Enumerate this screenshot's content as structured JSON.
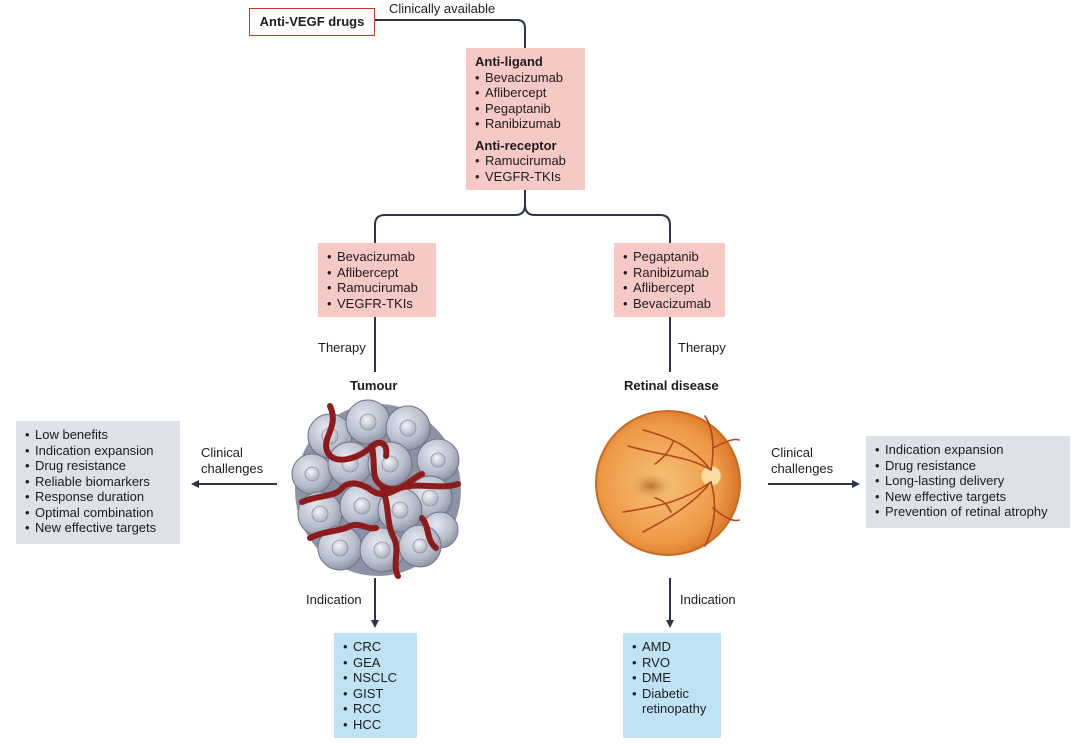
{
  "root": {
    "label": "Anti-VEGF drugs",
    "note": "Clinically available"
  },
  "classes": {
    "anti_ligand": {
      "heading": "Anti-ligand",
      "items": [
        "Bevacizumab",
        "Aflibercept",
        "Pegaptanib",
        "Ranibizumab"
      ]
    },
    "anti_receptor": {
      "heading": "Anti-receptor",
      "items": [
        "Ramucirumab",
        "VEGFR-TKIs"
      ]
    }
  },
  "tumour": {
    "drugs": [
      "Bevacizumab",
      "Aflibercept",
      "Ramucirumab",
      "VEGFR-TKIs"
    ],
    "therapy_label": "Therapy",
    "title": "Tumour",
    "challenges_label": [
      "Clinical",
      "challenges"
    ],
    "challenges": [
      "Low benefits",
      "Indication expansion",
      "Drug resistance",
      "Reliable biomarkers",
      "Response duration",
      "Optimal combination",
      "New effective targets"
    ],
    "indication_label": "Indication",
    "indications": [
      "CRC",
      "GEA",
      "NSCLC",
      "GIST",
      "RCC",
      "HCC"
    ]
  },
  "retinal": {
    "drugs": [
      "Pegaptanib",
      "Ranibizumab",
      "Aflibercept",
      "Bevacizumab"
    ],
    "therapy_label": "Therapy",
    "title": "Retinal disease",
    "challenges_label": [
      "Clinical",
      "challenges"
    ],
    "challenges": [
      "Indication expansion",
      "Drug resistance",
      "Long-lasting delivery",
      "New effective targets",
      "Prevention of retinal atrophy"
    ],
    "indication_label": "Indication",
    "indications": [
      "AMD",
      "RVO",
      "DME",
      "Diabetic",
      "retinopathy"
    ]
  },
  "colors": {
    "drug_box": "#f7c9c4",
    "challenge_box": "#dde1e9",
    "indication_box": "#bfe3f5",
    "connector": "#2b3448",
    "root_border": "#c0392b"
  }
}
